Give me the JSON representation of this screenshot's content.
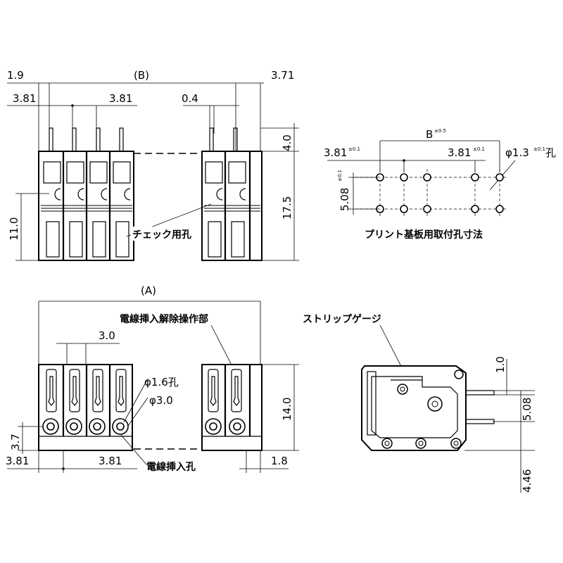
{
  "top_view": {
    "dim_left_edge": "1.9",
    "dim_total_b": "(B)",
    "dim_right_edge": "3.71",
    "dim_pitch_left": "3.81",
    "dim_pitch_mid": "3.81",
    "dim_pin_width": "0.4",
    "dim_pin_length": "4.0",
    "dim_height": "17.5",
    "dim_check_height": "11.0",
    "label_check_hole": "チェック用孔"
  },
  "pcb_layout": {
    "dim_b": "B",
    "dim_b_tol": "±0.5",
    "dim_pitch_1": "3.81",
    "dim_pitch_1_tol": "±0.1",
    "dim_pitch_2": "3.81",
    "dim_pitch_2_tol": "±0.1",
    "dim_hole": "φ1.3",
    "dim_hole_tol": "±0.1",
    "dim_hole_suffix": "孔",
    "dim_row": "5.08",
    "dim_row_tol": "±0.1",
    "caption": "プリント基板用取付孔寸法"
  },
  "front_view": {
    "dim_total_a": "(A)",
    "label_release": "電線挿入解除操作部",
    "dim_slot_pitch": "3.0",
    "dim_hole_1": "φ1.6孔",
    "dim_hole_2": "φ3.0",
    "dim_height": "14.0",
    "dim_hole_height": "3.7",
    "dim_pitch_left": "3.81",
    "dim_pitch_mid": "3.81",
    "dim_right_edge": "1.8",
    "label_wire_hole": "電線挿入孔"
  },
  "side_view": {
    "label_strip_gauge": "ストリップゲージ",
    "dim_pin_thickness": "1.0",
    "dim_pin_spacing": "5.08",
    "dim_pin_offset": "4.46"
  }
}
